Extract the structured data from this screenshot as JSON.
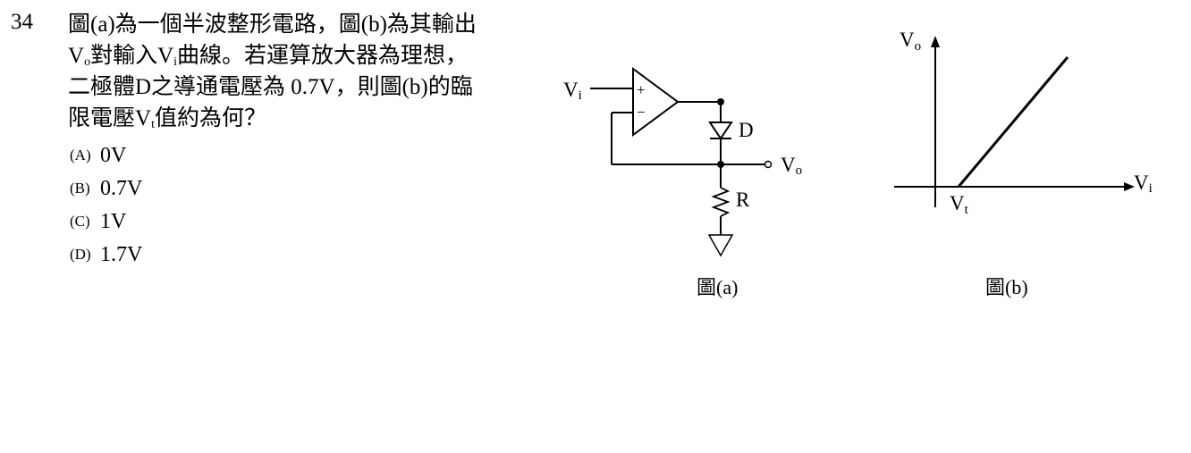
{
  "question": {
    "number": "34",
    "lines": [
      {
        "a": "圖(a)為一個半波整形電路，圖(b)為其輸出"
      },
      {
        "a": "V",
        "sub": "o",
        "b": "對輸入V",
        "sub2": "i",
        "c": "曲線。若運算放大器為理想，"
      },
      {
        "a": "二極體D之導通電壓為 0.7V，則圖(b)的臨"
      },
      {
        "a": "限電壓V",
        "sub": "t",
        "b": "值約為何？"
      }
    ],
    "options": [
      {
        "label": "(A)",
        "text": "0V"
      },
      {
        "label": "(B)",
        "text": "0.7V"
      },
      {
        "label": "(C)",
        "text": "1V"
      },
      {
        "label": "(D)",
        "text": "1.7V"
      }
    ]
  },
  "figure_a": {
    "caption": "圖(a)",
    "input_label": {
      "main": "V",
      "sub": "i"
    },
    "output_label": {
      "main": "V",
      "sub": "o"
    },
    "diode_label": "D",
    "resistor_label": "R",
    "plus_sign": "+",
    "minus_sign": "−"
  },
  "figure_b": {
    "caption": "圖(b)",
    "y_axis_label": {
      "main": "V",
      "sub": "o"
    },
    "x_axis_label": {
      "main": "V",
      "sub": "i"
    },
    "threshold_label": {
      "main": "V",
      "sub": "t"
    }
  }
}
